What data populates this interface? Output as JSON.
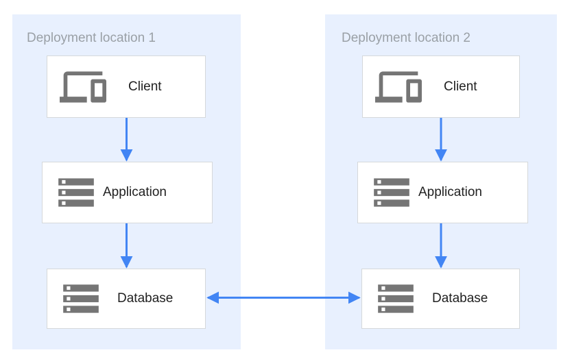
{
  "diagram": {
    "panels": [
      {
        "title": "Deployment location 1",
        "nodes": [
          {
            "label": "Client",
            "icon": "devices-icon"
          },
          {
            "label": "Application",
            "icon": "storage-icon"
          },
          {
            "label": "Database",
            "icon": "storage-icon"
          }
        ]
      },
      {
        "title": "Deployment location 2",
        "nodes": [
          {
            "label": "Client",
            "icon": "devices-icon"
          },
          {
            "label": "Application",
            "icon": "storage-icon"
          },
          {
            "label": "Database",
            "icon": "storage-icon"
          }
        ]
      }
    ],
    "edges": [
      {
        "from": "client-1",
        "to": "application-1",
        "direction": "down"
      },
      {
        "from": "application-1",
        "to": "database-1",
        "direction": "down"
      },
      {
        "from": "client-2",
        "to": "application-2",
        "direction": "down"
      },
      {
        "from": "application-2",
        "to": "database-2",
        "direction": "down"
      },
      {
        "from": "database-1",
        "to": "database-2",
        "direction": "both"
      }
    ]
  },
  "colors": {
    "page_bg": "#ffffff",
    "panel_bg": "#e8f0fe",
    "node_bg": "#ffffff",
    "node_border": "#d5d8da",
    "icon": "#757575",
    "panel_title": "#9aa0a6",
    "node_label": "#212121",
    "arrow": "#4285f4"
  }
}
